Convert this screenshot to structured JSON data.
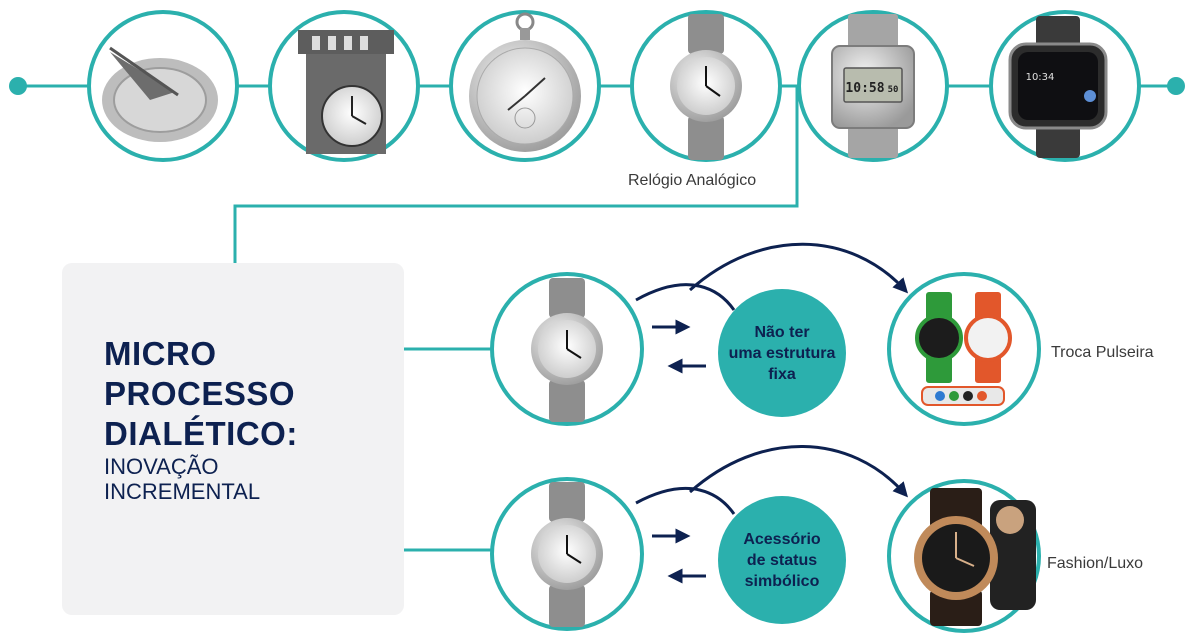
{
  "colors": {
    "teal": "#2bb0ad",
    "navy": "#0d2150",
    "card": "#f2f2f3",
    "text": "#3a3a3a"
  },
  "timeline": {
    "items": [
      {
        "name": "sundial",
        "icon": "sundial-icon"
      },
      {
        "name": "tower-clock",
        "icon": "tower-clock-icon"
      },
      {
        "name": "pocket-watch",
        "icon": "pocket-watch-icon"
      },
      {
        "name": "analog-wristwatch",
        "icon": "analog-watch-icon"
      },
      {
        "name": "digital-watch",
        "icon": "digital-watch-icon"
      },
      {
        "name": "smartwatch",
        "icon": "smartwatch-icon"
      }
    ],
    "digital_display": "10:58",
    "digital_seconds": "50",
    "smart_display": "10:34",
    "analog_label": "Relógio Analógico"
  },
  "card": {
    "title_bold": [
      "MICRO",
      "PROCESSO",
      "DIALÉTICO:"
    ],
    "title_regular": [
      "INOVAÇÃO",
      "INCREMENTAL"
    ]
  },
  "rows": [
    {
      "bubble": [
        "Não ter",
        "uma estrutura",
        "fixa"
      ],
      "result_label": "Troca Pulseira",
      "result_icon": "colorful-watches-icon"
    },
    {
      "bubble": [
        "Acessório",
        "de status",
        "simbólico"
      ],
      "result_label": "Fashion/Luxo",
      "result_icon": "luxury-watch-icon"
    }
  ]
}
